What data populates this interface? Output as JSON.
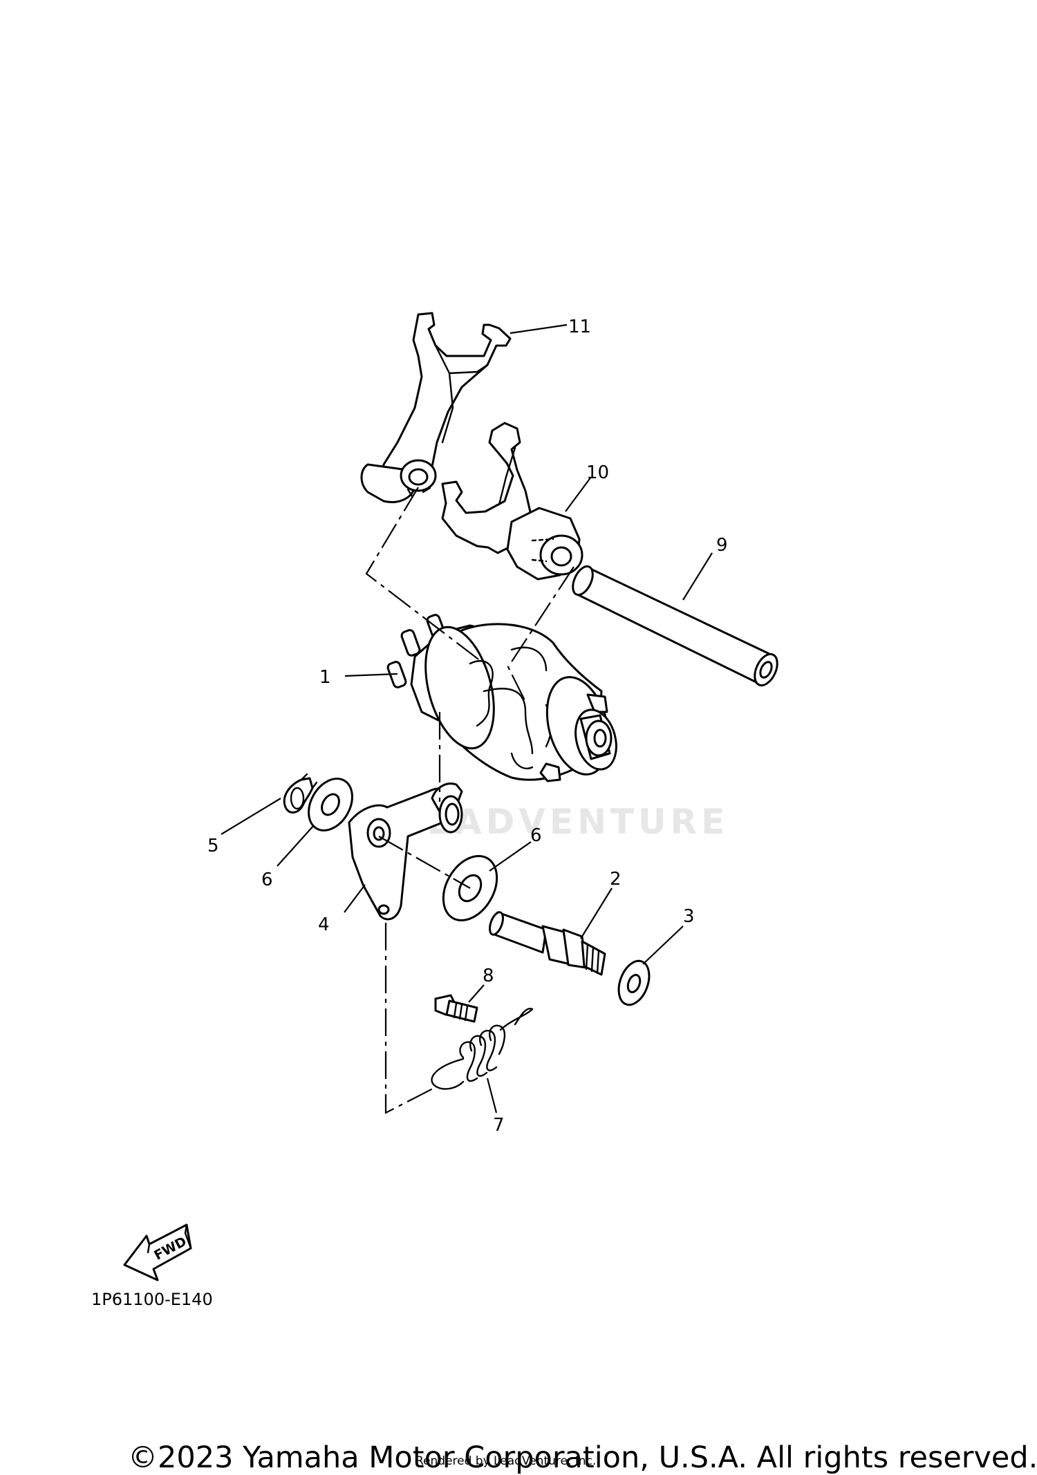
{
  "watermark": "LEADVENTURE",
  "callouts": {
    "p1": "1",
    "p2": "2",
    "p3": "3",
    "p4": "4",
    "p5": "5",
    "p6a": "6",
    "p6b": "6",
    "p7": "7",
    "p8": "8",
    "p9": "9",
    "p10": "10",
    "p11": "11"
  },
  "fwd_label": "FWD",
  "diagram_code": "1P61100-E140",
  "copyright": "©2023 Yamaha Motor Corporation, U.S.A. All rights reserved.",
  "rendered_by": "Rendered by LeadVenture, Inc."
}
